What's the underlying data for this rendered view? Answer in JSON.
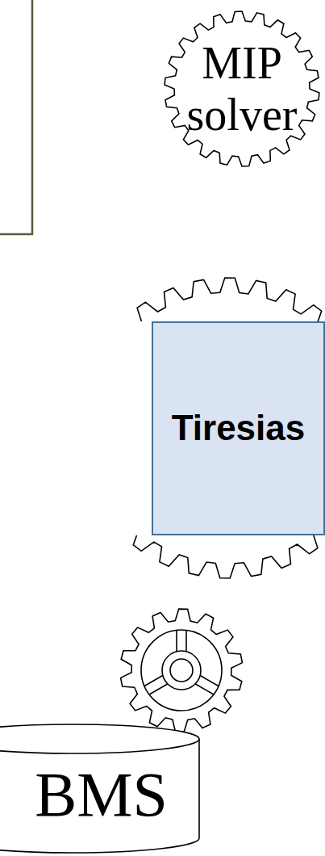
{
  "diagram": {
    "nodes": [
      {
        "text": [
          "MIP solver"
        ]
      },
      {
        "text": [
          "Tiresias"
        ]
      },
      {
        "text": [
          "BMS"
        ]
      }
    ]
  }
}
